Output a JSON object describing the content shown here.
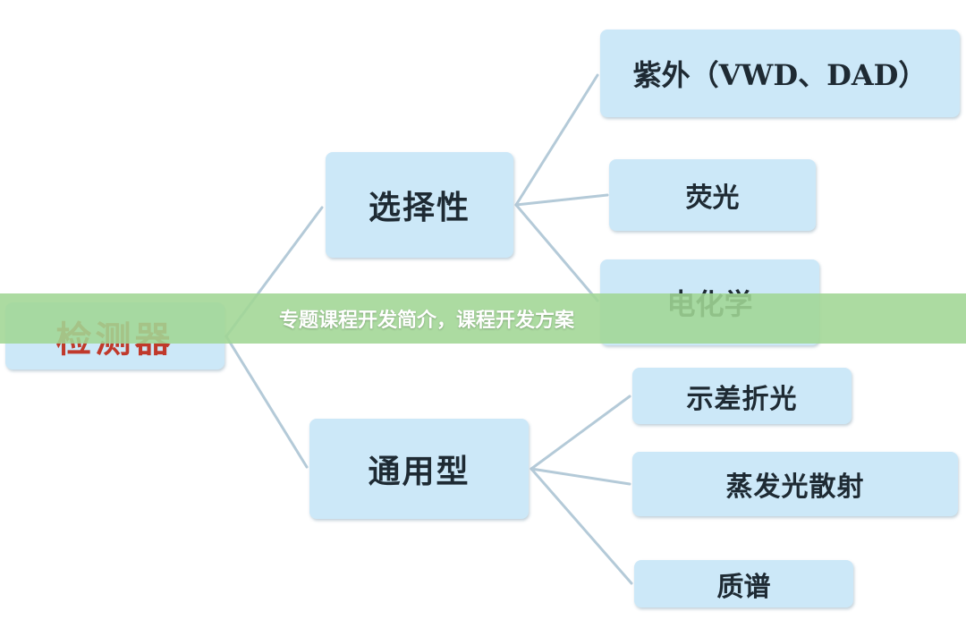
{
  "banner": {
    "title": "专题课程开发简介，课程开发方案"
  },
  "diagram": {
    "root": "检测器",
    "branches": [
      {
        "label": "选择性",
        "children": [
          "紫外（VWD、DAD）",
          "荧光",
          "电化学"
        ]
      },
      {
        "label": "通用型",
        "children": [
          "示差折光",
          "蒸发光散射",
          "质谱"
        ]
      }
    ]
  },
  "colors": {
    "node_fill": "#cce8f8",
    "root_text": "#c0392b",
    "text": "#1e2a33",
    "connector": "#b4cad8",
    "banner": "#a0d694",
    "banner_text": "#ffffff"
  }
}
